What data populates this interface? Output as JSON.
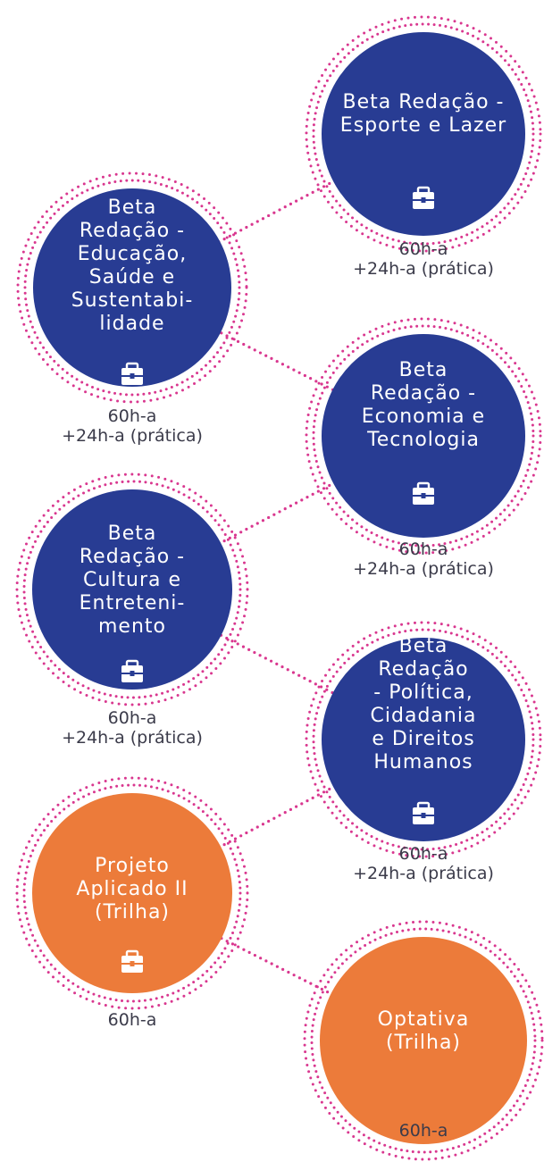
{
  "colors": {
    "blue": "#283c93",
    "orange": "#ec7b3a",
    "dots": "#d9378f",
    "text_dark": "#3b3b4a"
  },
  "icon": "briefcase-icon",
  "courses": [
    {
      "id": "esporte",
      "title": "Beta Redação -\nEsporte e Lazer",
      "hours": "60h-a\n+24h-a (prática)",
      "color": "blue",
      "has_icon": true
    },
    {
      "id": "educacao",
      "title": "Beta\nRedação -\nEducação,\nSaúde e\nSustentabi-\nlidade",
      "hours": "60h-a\n+24h-a (prática)",
      "color": "blue",
      "has_icon": true
    },
    {
      "id": "economia",
      "title": "Beta\nRedação -\nEconomia e\nTecnologia",
      "hours": "60h-a\n+24h-a (prática)",
      "color": "blue",
      "has_icon": true
    },
    {
      "id": "cultura",
      "title": "Beta\nRedação -\nCultura e\nEntreteni-\nmento",
      "hours": "60h-a\n+24h-a (prática)",
      "color": "blue",
      "has_icon": true
    },
    {
      "id": "politica",
      "title": "Beta\nRedação\n- Política,\nCidadania\ne Direitos\nHumanos",
      "hours": "60h-a\n+24h-a (prática)",
      "color": "blue",
      "has_icon": true
    },
    {
      "id": "projeto",
      "title": "Projeto\nAplicado II\n(Trilha)",
      "hours": "60h-a",
      "color": "orange",
      "has_icon": true
    },
    {
      "id": "optativa",
      "title": "Optativa\n(Trilha)",
      "hours": "60h-a",
      "color": "orange",
      "has_icon": false
    }
  ]
}
